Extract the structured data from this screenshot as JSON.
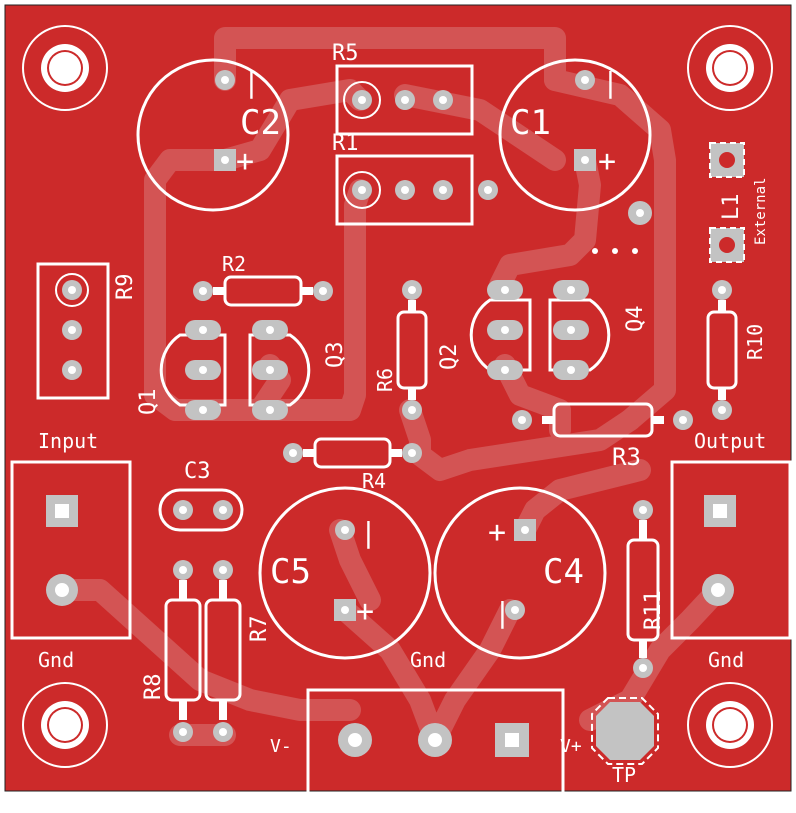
{
  "board": {
    "copper_color": "#cc2a2a",
    "trace_color": "#d35454",
    "silk_color": "#ffffff",
    "pad_color": "#c3c3c3"
  },
  "labels": {
    "C2": "C2",
    "C1": "C1",
    "C3": "C3",
    "C4": "C4",
    "C5": "C5",
    "R1": "R1",
    "R2": "R2",
    "R3": "R3",
    "R4": "R4",
    "R5": "R5",
    "R6": "R6",
    "R7": "R7",
    "R8": "R8",
    "R9": "R9",
    "R10": "R10",
    "R11": "R11",
    "Q1": "Q1",
    "Q2": "Q2",
    "Q3": "Q3",
    "Q4": "Q4",
    "L1": "L1",
    "external": "External",
    "input": "Input",
    "output": "Output",
    "gnd_left": "Gnd",
    "gnd_center": "Gnd",
    "gnd_right": "Gnd",
    "v_minus": "V-",
    "v_plus": "V+",
    "tp": "TP"
  },
  "polarity": {
    "plus": "+",
    "minus": "|"
  }
}
